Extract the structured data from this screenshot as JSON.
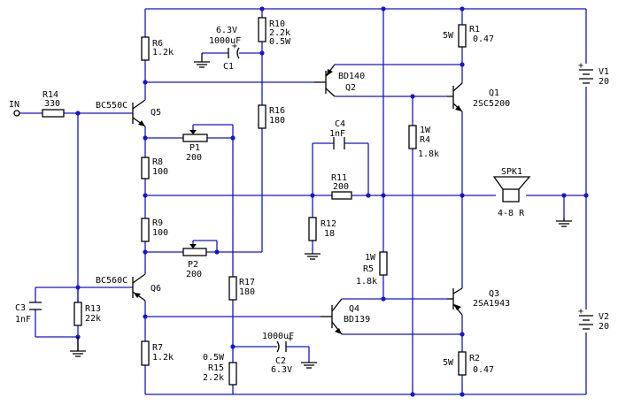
{
  "labels": {
    "in": "IN",
    "r14": "R14",
    "r14_val": "330",
    "q5_type": "BC550C",
    "q5": "Q5",
    "r6": "R6",
    "r6_val": "1.2k",
    "c1_v": "6.3V",
    "c1_c": "1000uF",
    "c1": "C1",
    "r10": "R10",
    "r10_val": "2.2k",
    "r10_pw": "0.5W",
    "bd140": "BD140",
    "q2": "Q2",
    "r1_pw": "5W",
    "r1": "R1",
    "r1_val": "0.47",
    "q1": "Q1",
    "q1_type": "2SC5200",
    "v1": "V1",
    "v1_val": "20",
    "r16": "R16",
    "r16_val": "180",
    "p1": "P1",
    "p1_val": "200",
    "c4": "C4",
    "c4_val": "1nF",
    "r4_pw": "1W",
    "r4": "R4",
    "r4_val": "1.8k",
    "r8": "R8",
    "r8_val": "100",
    "r11": "R11",
    "r11_val": "200",
    "spk": "SPK1",
    "spk_val": "4-8 R",
    "r9": "R9",
    "r9_val": "100",
    "r12": "R12",
    "r12_val": "18",
    "p2": "P2",
    "p2_val": "200",
    "r5_pw": "1W",
    "r5": "R5",
    "r5_val": "1.8k",
    "c3": "C3",
    "c3_val": "1nF",
    "r13": "R13",
    "r13_val": "22k",
    "q6_type": "BC560C",
    "q6": "Q6",
    "r17": "R17",
    "r17_val": "180",
    "q4": "Q4",
    "bd139": "BD139",
    "q3": "Q3",
    "q3_type": "2SA1943",
    "v2": "V2",
    "v2_val": "20",
    "c2_c": "1000uF",
    "c2": "C2",
    "c2_v": "6.3V",
    "r7": "R7",
    "r7_val": "1.2k",
    "r15_pw": "0.5W",
    "r15": "R15",
    "r15_val": "2.2k",
    "r2_pw": "5W",
    "r2": "R2",
    "r2_val": "0.47"
  },
  "colors": {
    "wire": "#1515d0",
    "component": "#000000",
    "background": "#ffffff"
  }
}
